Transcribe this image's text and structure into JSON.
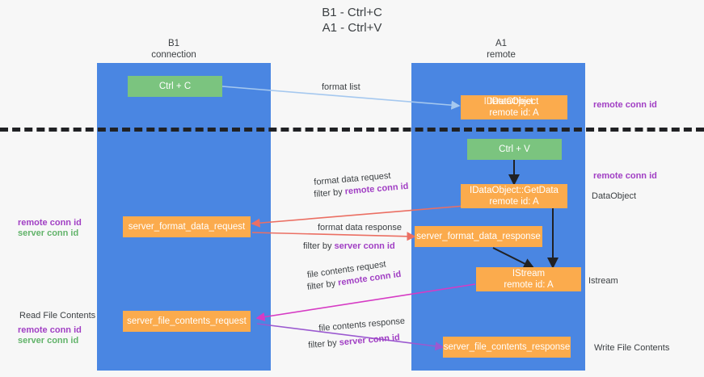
{
  "title": {
    "line1": "B1 - Ctrl+C",
    "line2": "A1 - Ctrl+V"
  },
  "columns": [
    {
      "name": "B1",
      "sub": "connection"
    },
    {
      "name": "A1",
      "sub": "remote"
    }
  ],
  "colors": {
    "lane": "#4a86e2",
    "green_node": "#7bc47f",
    "orange_node": "#fbab4d",
    "purple_text": "#a13fc4",
    "green_text": "#62b36a",
    "arrow_blue": "#a5c8ef",
    "arrow_red": "#eb6f63",
    "arrow_magenta": "#d63bc4",
    "arrow_purple": "#9b59d0",
    "arrow_black": "#202124",
    "separator": "#202124",
    "text": "#3c4043"
  },
  "nodes": {
    "ctrl_c": {
      "label": "Ctrl + C",
      "sub": ""
    },
    "idataobject_top": {
      "label": "IDataObject",
      "sub": "remote id: A"
    },
    "ctrl_v": {
      "label": "Ctrl + V",
      "sub": ""
    },
    "getdata": {
      "label": "IDataObject::GetData",
      "sub": "remote id: A"
    },
    "server_format_data_request": {
      "label": "server_format_data_request",
      "sub": ""
    },
    "server_format_data_response": {
      "label": "server_format_data_response",
      "sub": ""
    },
    "istream": {
      "label": "IStream",
      "sub": "remote id: A"
    },
    "server_file_contents_request": {
      "label": "server_file_contents_request",
      "sub": ""
    },
    "server_file_contents_response": {
      "label": "server_file_contents_response",
      "sub": ""
    }
  },
  "edge_labels": {
    "format_list": "format list",
    "format_data_request": "format data request",
    "format_data_request_filter_prefix": "filter by ",
    "format_data_request_filter_key": "remote conn id",
    "format_data_response": "format data response",
    "format_data_response_filter_prefix": "filter by ",
    "format_data_response_filter_key": "server conn id",
    "file_contents_request": "file contents request",
    "file_contents_request_filter_prefix": "filter by ",
    "file_contents_request_filter_key": "remote conn id",
    "file_contents_response": "file contents response",
    "file_contents_response_filter_prefix": "filter by ",
    "file_contents_response_filter_key": "server conn id"
  },
  "annotations": {
    "right_remote_conn_id_top": "remote conn id",
    "right_remote_conn_id_mid": "remote conn id",
    "right_dataobject": "DataObject",
    "right_istream": "Istream",
    "right_write_file_contents": "Write File Contents",
    "left_remote_conn_id_mid": "remote conn id",
    "left_server_conn_id_mid": "server conn id",
    "left_read_file_contents": "Read File Contents",
    "left_remote_conn_id_bottom": "remote conn id",
    "left_server_conn_id_bottom": "server conn id"
  }
}
